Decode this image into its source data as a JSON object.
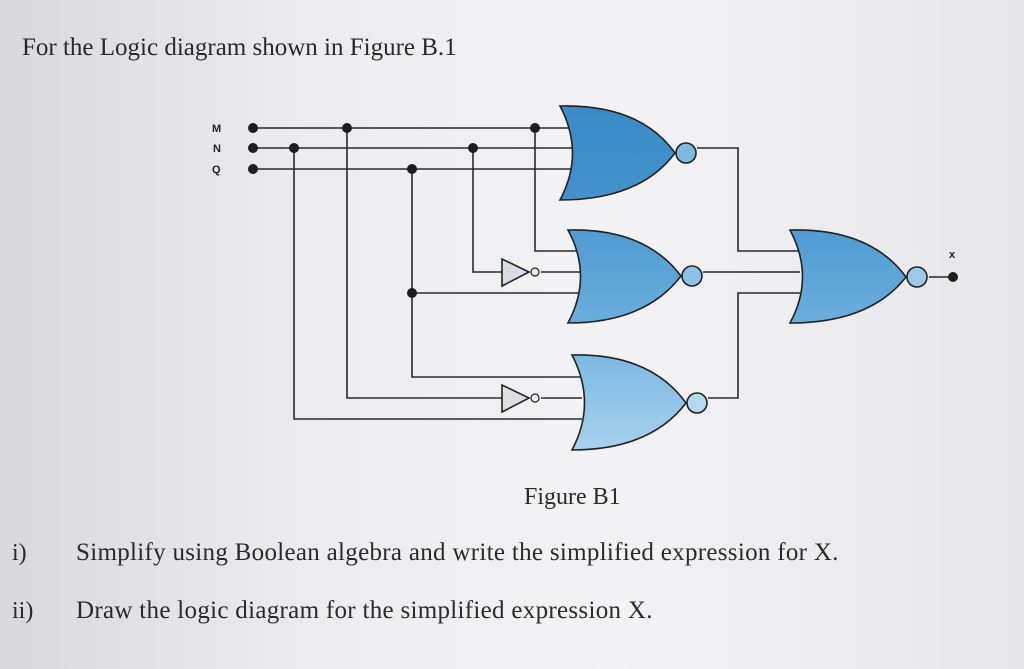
{
  "title": "For the Logic diagram shown in Figure B.1",
  "diagram": {
    "inputs": [
      "M",
      "N",
      "Q"
    ],
    "output": "x",
    "gate_color_top": "#3f8fc8",
    "gate_color_mid": "#5aa3d6",
    "gate_color_bot": "#9ccbea"
  },
  "caption": "Figure B1",
  "questions": [
    {
      "num": "i)",
      "text": "Simplify using Boolean algebra and write the simplified expression for X."
    },
    {
      "num": "ii)",
      "text": "Draw the logic diagram for the simplified expression X."
    }
  ]
}
